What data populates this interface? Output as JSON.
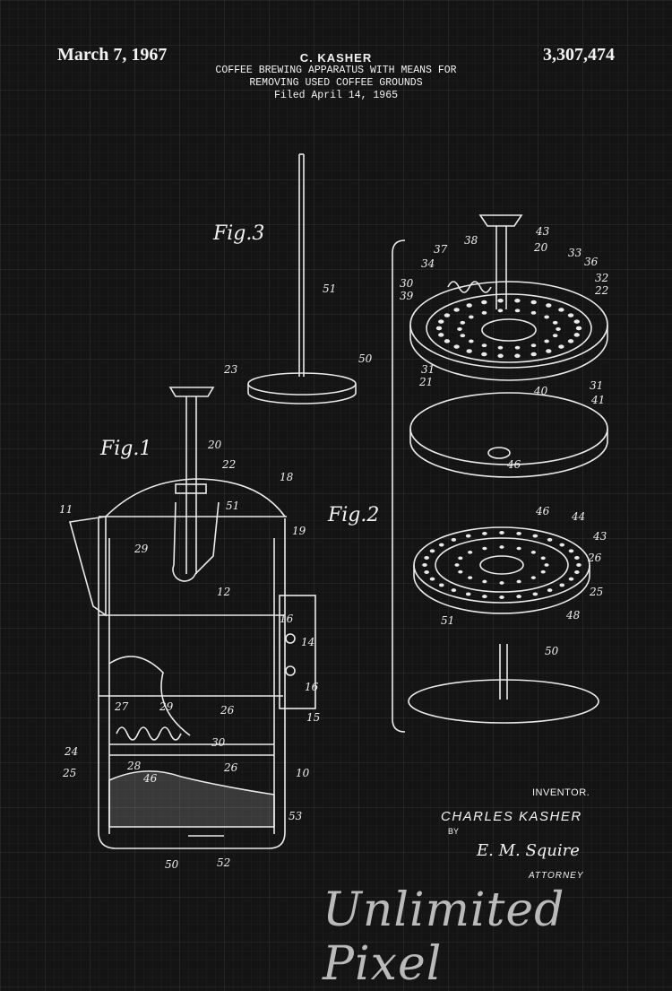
{
  "header": {
    "date": "March 7, 1967",
    "patent_number": "3,307,474",
    "inventor_name": "C. KASHER",
    "title_line1": "COFFEE BREWING APPARATUS WITH MEANS FOR",
    "title_line2": "REMOVING USED COFFEE GROUNDS",
    "filed": "Filed April 14, 1965"
  },
  "figures": {
    "fig1": "Fig.1",
    "fig2": "Fig.2",
    "fig3": "Fig.3"
  },
  "inventor_block": {
    "label": "INVENTOR.",
    "name": "CHARLES KASHER",
    "by": "BY",
    "attorney_signature": "E. M. Squire",
    "attorney_label": "ATTORNEY"
  },
  "watermark": "Unlimited Pixel",
  "reference_numerals": [
    "23",
    "20",
    "22",
    "18",
    "11",
    "51",
    "29",
    "19",
    "12",
    "16",
    "14",
    "16",
    "15",
    "27",
    "29",
    "26",
    "30",
    "24",
    "28",
    "26",
    "25",
    "46",
    "10",
    "53",
    "50",
    "52",
    "51",
    "50",
    "43",
    "37",
    "38",
    "20",
    "33",
    "36",
    "34",
    "32",
    "39",
    "30",
    "31",
    "21",
    "22",
    "31",
    "40",
    "41",
    "46",
    "46",
    "44",
    "43",
    "26",
    "25",
    "48",
    "51",
    "50"
  ]
}
